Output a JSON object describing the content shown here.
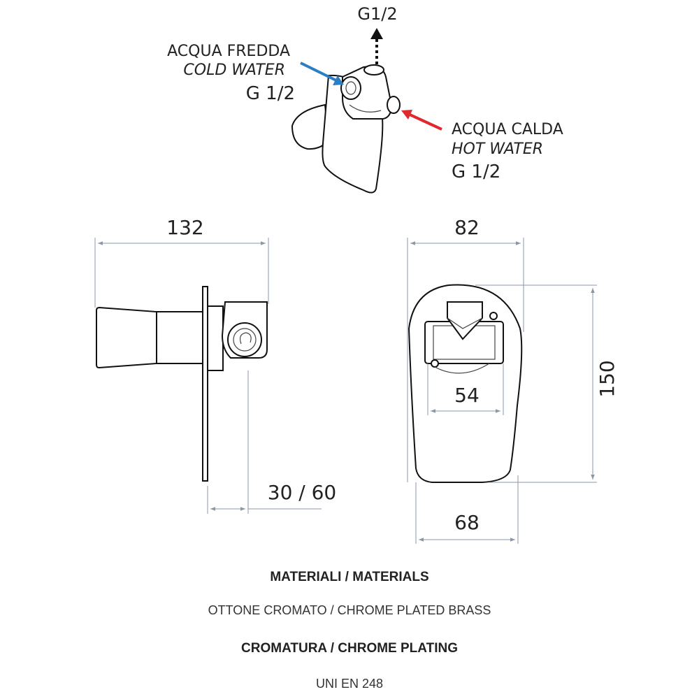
{
  "top": {
    "outlet_label": "G1/2",
    "cold": {
      "it": "ACQUA FREDDA",
      "en": "COLD WATER",
      "thread": "G 1/2",
      "color": "#2a7fc4"
    },
    "hot": {
      "it": "ACQUA CALDA",
      "en": "HOT WATER",
      "thread": "G 1/2",
      "color": "#e0282f"
    }
  },
  "dimensions": {
    "side_length": "132",
    "side_depth": "30 / 60",
    "front_width": "82",
    "front_height": "150",
    "body_width": "54",
    "base_width": "68"
  },
  "footer": {
    "materials_title": "MATERIALI / MATERIALS",
    "materials_text": "OTTONE CROMATO  / CHROME PLATED BRASS",
    "plating_title": "CROMATURA / CHROME PLATING",
    "plating_text": "UNI EN 248"
  }
}
